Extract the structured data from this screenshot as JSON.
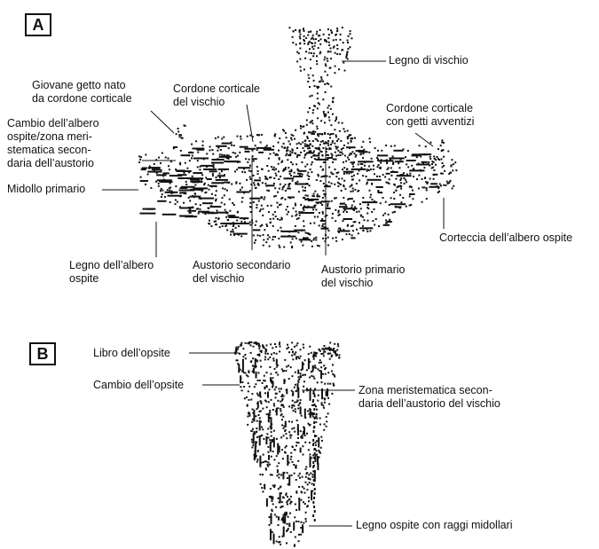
{
  "panels": {
    "a": {
      "letter": "A"
    },
    "b": {
      "letter": "B"
    }
  },
  "labels_a": {
    "legno_vischio": "Legno di vischio",
    "giovane_getto": [
      "Giovane getto nato",
      "da cordone corticale"
    ],
    "cordone_vischio": [
      "Cordone corticale",
      "del vischio"
    ],
    "cordone_getti": [
      "Cordone corticale",
      "con getti avventizi"
    ],
    "cambio_albero": [
      "Cambio dell’albero",
      "ospite/zona meri-",
      "stematica secon-",
      "daria dell’austorio"
    ],
    "midollo": "Midollo primario",
    "corteccia": "Corteccia dell’albero ospite",
    "legno_albero": [
      "Legno dell’albero",
      "ospite"
    ],
    "austorio_sec": [
      "Austorio secondario",
      "del vischio"
    ],
    "austorio_prim": [
      "Austorio primario",
      "del vischio"
    ]
  },
  "labels_b": {
    "libro": "Libro dell’opsite",
    "cambio": "Cambio dell’opsite",
    "zona": [
      "Zona  meristematica  secon-",
      "daria dell’austorio del vischio"
    ],
    "legno": "Legno ospite con raggi midollari"
  }
}
